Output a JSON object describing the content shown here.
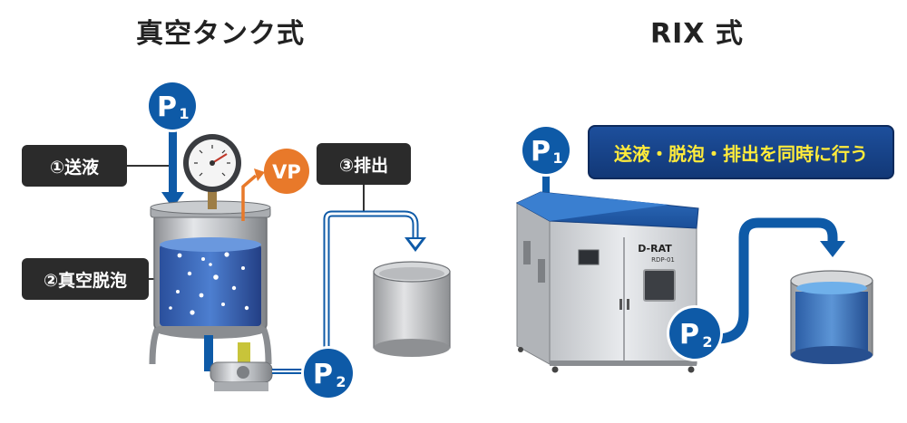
{
  "titles": {
    "left": "真空タンク式",
    "right": "RIX 式"
  },
  "labels": {
    "feed": "①送液",
    "vacuum_defoam": "②真空脱泡",
    "discharge": "③排出"
  },
  "badges": {
    "vp": "VP",
    "p_letter": "P",
    "p1_sub": "1",
    "p2_sub": "2"
  },
  "banner": "送液・脱泡・排出を同時に行う",
  "machine": {
    "name": "D-RAT",
    "model": "RDP-01"
  },
  "colors": {
    "badge_blue": "#0e5aa7",
    "vp_orange": "#e8792a",
    "liquid_blue": "#2f5fb5",
    "banner_text": "#ffeb3b"
  }
}
